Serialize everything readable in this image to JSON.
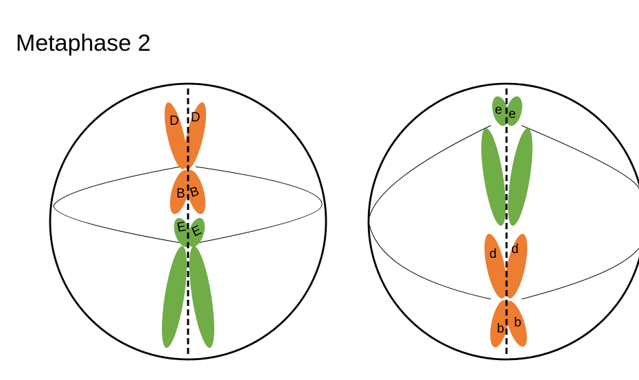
{
  "title": "Metaphase 2",
  "colors": {
    "orange_chromosome": "#ED7D31",
    "green_chromosome": "#70AD47",
    "outline": "#000000",
    "background": "#FFFFFF"
  },
  "cells": [
    {
      "name": "cell-left",
      "chromosomes": [
        {
          "color": "orange",
          "upper_arm_labels": [
            "D",
            "D"
          ],
          "lower_arm_labels": [
            "B",
            "B"
          ]
        },
        {
          "color": "green",
          "upper_arm_labels": [
            "E",
            "E"
          ]
        }
      ]
    },
    {
      "name": "cell-right",
      "chromosomes": [
        {
          "color": "green",
          "upper_arm_labels": [
            "e",
            "e"
          ]
        },
        {
          "color": "orange",
          "upper_arm_labels": [
            "d",
            "d"
          ],
          "lower_arm_labels": [
            "b",
            "b"
          ]
        }
      ]
    }
  ]
}
